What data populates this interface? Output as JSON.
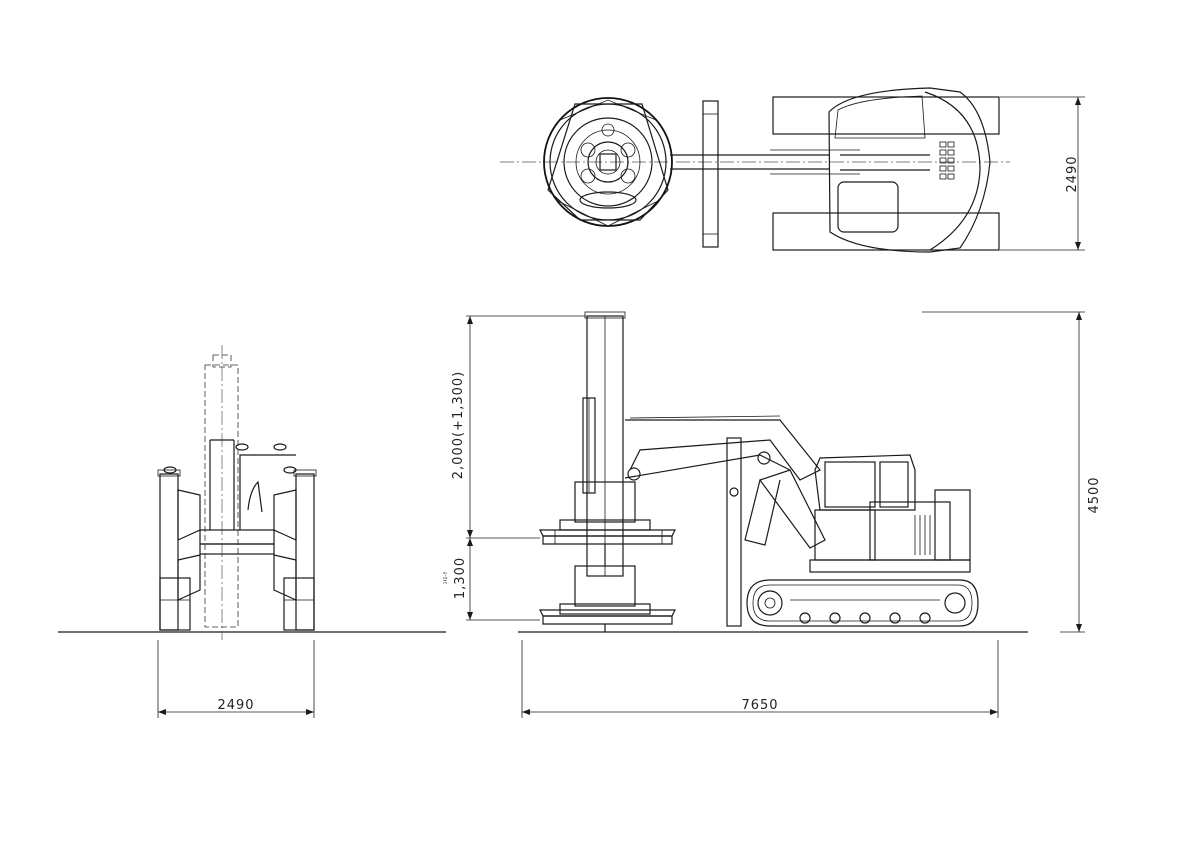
{
  "dimensions": {
    "front_width": "2490",
    "side_length": "7650",
    "top_width": "2490",
    "overall_height": "4500",
    "stroke_height": "2,000(+1,300)",
    "lower_height": "1,300",
    "small_note": "ｽﾄﾛｰｸ"
  }
}
